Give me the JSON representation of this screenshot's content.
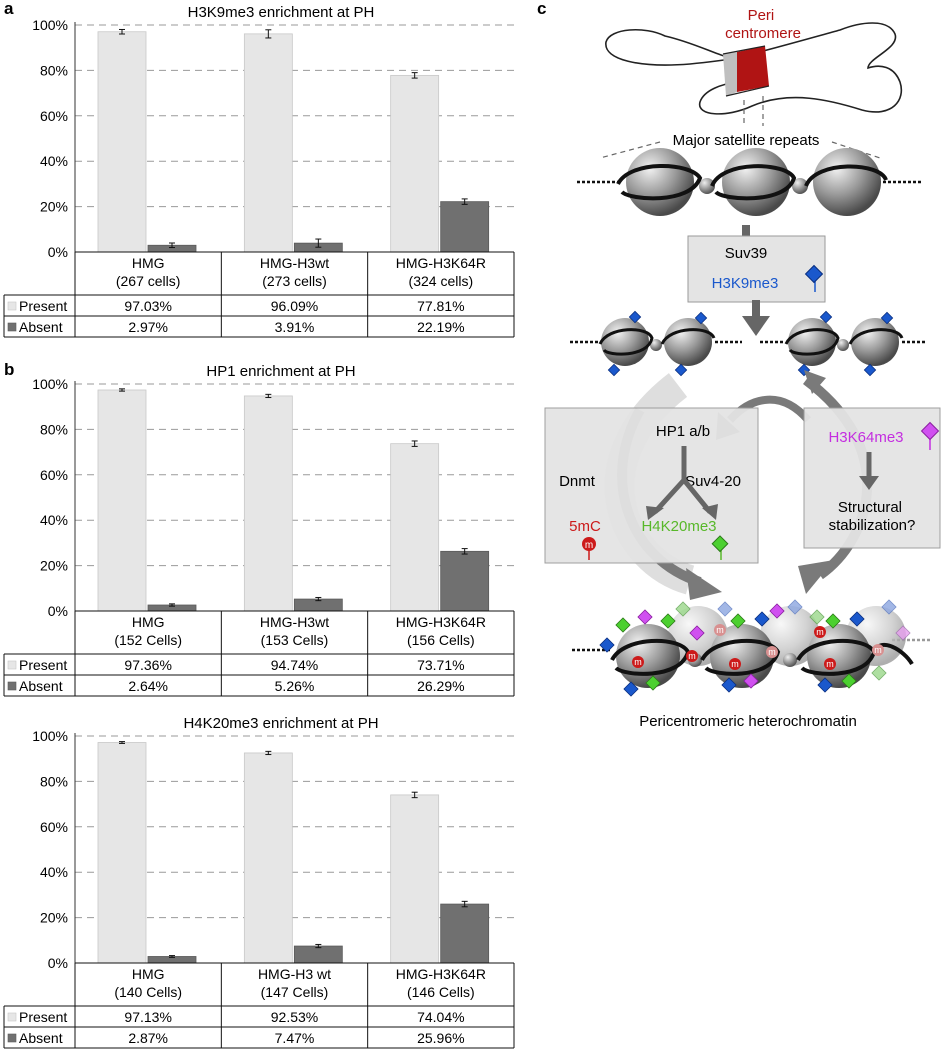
{
  "panel_labels": {
    "a": "a",
    "b": "b",
    "c": "c"
  },
  "row_labels": {
    "present": "Present",
    "absent": "Absent"
  },
  "colors": {
    "present": "#e6e6e6",
    "absent": "#707070",
    "peri": "#b01414",
    "blue": "#1a58cc",
    "magenta": "#c42ee0",
    "green": "#58b82a",
    "red": "#cc1a1a"
  },
  "chart_data": [
    {
      "type": "bar",
      "title": "H3K9me3 enrichment at PH",
      "categories": [
        "HMG\n(267 cells)",
        "HMG-H3wt\n(273 cells)",
        "HMG-H3K64R\n(324 cells)"
      ],
      "series": [
        {
          "name": "Present",
          "values": [
            97.03,
            96.09,
            77.81
          ],
          "errors": [
            1.0,
            1.8,
            1.2
          ]
        },
        {
          "name": "Absent",
          "values": [
            2.97,
            3.91,
            22.19
          ],
          "errors": [
            1.0,
            1.8,
            1.2
          ]
        }
      ],
      "table": [
        [
          "97.03%",
          "96.09%",
          "77.81%"
        ],
        [
          "2.97%",
          "3.91%",
          "22.19%"
        ]
      ],
      "yticks": [
        "0%",
        "20%",
        "40%",
        "60%",
        "80%",
        "100%"
      ],
      "ylim": [
        0,
        100
      ],
      "grid": true
    },
    {
      "type": "bar",
      "title": "HP1 enrichment at PH",
      "categories": [
        "HMG\n(152 Cells)",
        "HMG-H3wt\n(153 Cells)",
        "HMG-H3K64R\n(156 Cells)"
      ],
      "series": [
        {
          "name": "Present",
          "values": [
            97.36,
            94.74,
            73.71
          ],
          "errors": [
            0.5,
            0.7,
            1.2
          ]
        },
        {
          "name": "Absent",
          "values": [
            2.64,
            5.26,
            26.29
          ],
          "errors": [
            0.5,
            0.7,
            1.2
          ]
        }
      ],
      "table": [
        [
          "97.36%",
          "94.74%",
          "73.71%"
        ],
        [
          "2.64%",
          "5.26%",
          "26.29%"
        ]
      ],
      "yticks": [
        "0%",
        "20%",
        "40%",
        "60%",
        "80%",
        "100%"
      ],
      "ylim": [
        0,
        100
      ],
      "grid": true
    },
    {
      "type": "bar",
      "title": "H4K20me3 enrichment at PH",
      "categories": [
        "HMG\n(140 Cells)",
        "HMG-H3 wt\n(147 Cells)",
        "HMG-H3K64R\n(146 Cells)"
      ],
      "series": [
        {
          "name": "Present",
          "values": [
            97.13,
            92.53,
            74.04
          ],
          "errors": [
            0.4,
            0.7,
            1.2
          ]
        },
        {
          "name": "Absent",
          "values": [
            2.87,
            7.47,
            25.96
          ],
          "errors": [
            0.4,
            0.7,
            1.2
          ]
        }
      ],
      "table": [
        [
          "97.13%",
          "92.53%",
          "74.04%"
        ],
        [
          "2.87%",
          "7.47%",
          "25.96%"
        ]
      ],
      "yticks": [
        "0%",
        "20%",
        "40%",
        "60%",
        "80%",
        "100%"
      ],
      "ylim": [
        0,
        100
      ],
      "grid": true
    }
  ],
  "diagram": {
    "peri_label": "Peri\ncentromere",
    "satellite_label": "Major satellite repeats",
    "suv39_label": "Suv39",
    "h3k9me3_label": "H3K9me3",
    "hp1_label": "HP1 a/b",
    "dnmt_label": "Dnmt",
    "suv420_label": "Suv4-20",
    "fivemc_label": "5mC",
    "h4k20me3_label": "H4K20me3",
    "h3k64me3_label": "H3K64me3",
    "structural_label": "Structural\nstabilization?",
    "m_label": "m",
    "bottom_label": "Pericentromeric heterochromatin"
  }
}
